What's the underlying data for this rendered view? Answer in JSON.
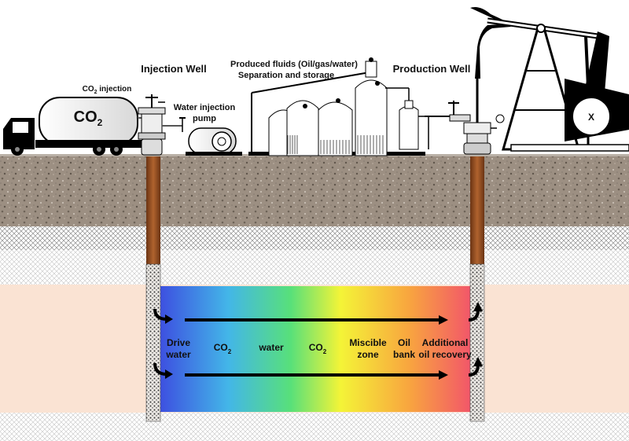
{
  "labels": {
    "injection_well": "Injection Well",
    "production_well": "Production Well",
    "co2_injection_prefix": "CO",
    "co2_injection_sub": "2",
    "co2_injection_suffix": " injection",
    "water_pump_line1": "Water injection",
    "water_pump_line2": "pump",
    "separation_line1": "Produced fluids (Oil/gas/water)",
    "separation_line2": "Separation and storage",
    "truck_tank_main": "CO",
    "truck_tank_sub": "2",
    "pump_jack_mark": "X"
  },
  "zones": {
    "drive_water_line1": "Drive",
    "drive_water_line2": "water",
    "co2_a_main": "CO",
    "co2_a_sub": "2",
    "water": "water",
    "co2_b_main": "CO",
    "co2_b_sub": "2",
    "miscible_line1": "Miscible",
    "miscible_line2": "zone",
    "oil_bank_line1": "Oil",
    "oil_bank_line2": "bank",
    "additional_line1": "Additional",
    "additional_line2": "oil recovery"
  },
  "colors": {
    "ground": "#9c8f82",
    "pipe": "#8b4a20",
    "reservoir_band": "#fae3d3",
    "gradient": [
      "#3d4fe0",
      "#43b6e8",
      "#58e07a",
      "#f4f437",
      "#f8a53f",
      "#f2556a"
    ]
  }
}
